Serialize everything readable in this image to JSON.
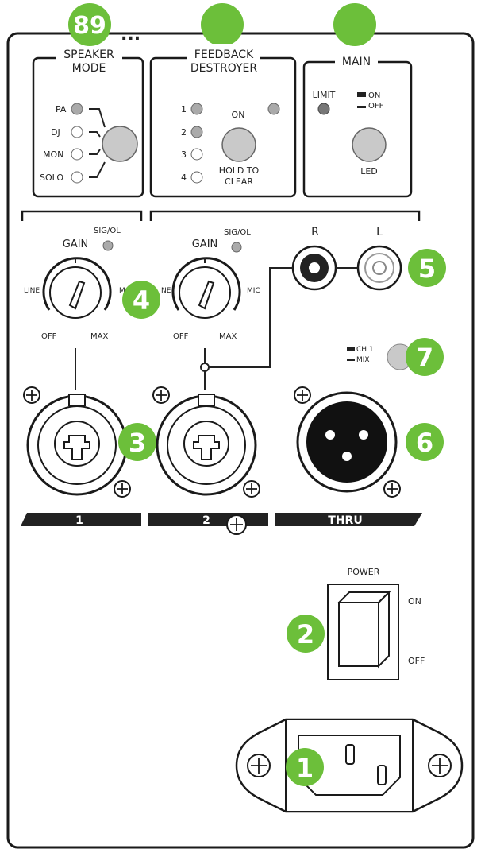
{
  "colors": {
    "callout": "#6cbf3a",
    "panel_border": "#1a1a1a",
    "bar": "#222222"
  },
  "top_callouts": {
    "left_number": "89",
    "dots": "..."
  },
  "speaker_mode": {
    "title_line1": "SPEAKER",
    "title_line2": "MODE",
    "options": [
      "PA",
      "DJ",
      "MON",
      "SOLO"
    ]
  },
  "feedback_destroyer": {
    "title_line1": "FEEDBACK",
    "title_line2": "DESTROYER",
    "channels": [
      "1",
      "2",
      "3",
      "4"
    ],
    "on_label": "ON",
    "hold_line1": "HOLD TO",
    "hold_line2": "CLEAR"
  },
  "main": {
    "title": "MAIN",
    "limit_label": "LIMIT",
    "on_label": "ON",
    "off_label": "OFF",
    "led_label": "LED"
  },
  "channel1": {
    "gain_label": "GAIN",
    "sig_label": "SIG/OL",
    "line_label": "LINE",
    "mic_label": "M",
    "off_label": "OFF",
    "max_label": "MAX",
    "bar_label": "1"
  },
  "channel2": {
    "gain_label": "GAIN",
    "sig_label": "SIG/OL",
    "line_label": "NE",
    "mic_label": "MIC",
    "off_label": "OFF",
    "max_label": "MAX",
    "bar_label": "2"
  },
  "rca": {
    "right_label": "R",
    "left_label": "L"
  },
  "thru": {
    "ch1_label": "CH 1",
    "mix_label": "MIX",
    "bar_label": "THRU"
  },
  "power": {
    "title": "POWER",
    "on_label": "ON",
    "off_label": "OFF"
  },
  "callouts": [
    "1",
    "2",
    "3",
    "4",
    "5",
    "6",
    "7"
  ]
}
